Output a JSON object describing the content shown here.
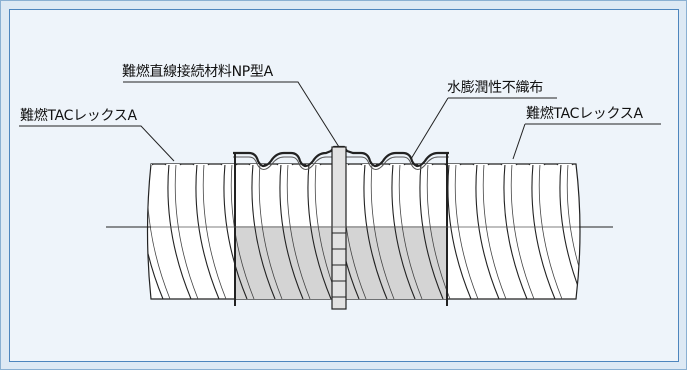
{
  "labels": {
    "connector_material": "難燃直線接続材料NP型A",
    "nonwoven_fabric": "水膨潤性不織布",
    "tube_left": "難燃TACレックスA",
    "tube_right": "難燃TACレックスA"
  },
  "colors": {
    "background": "#dde9f4",
    "panel": "#eef4fa",
    "panel_border": "#4d85bd",
    "tube_fill": "#ffffff",
    "connector_fill": "#d4d4d4",
    "outline": "#222222"
  }
}
